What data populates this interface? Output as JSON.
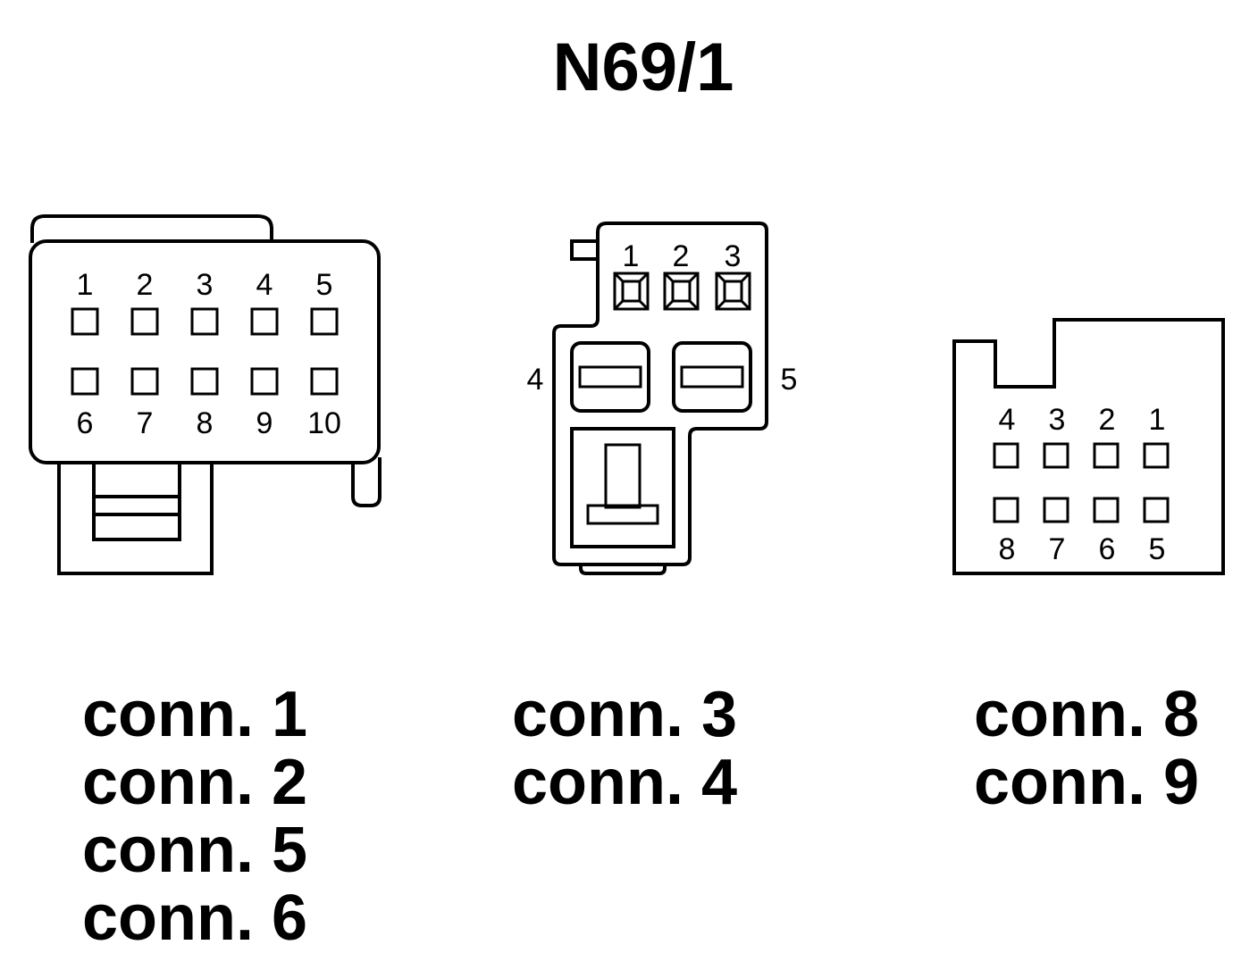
{
  "title": "N69/1",
  "connectors": [
    {
      "pins_top": [
        "1",
        "2",
        "3",
        "4",
        "5"
      ],
      "pins_bottom": [
        "6",
        "7",
        "8",
        "9",
        "10"
      ],
      "labels": [
        "conn. 1",
        "conn. 2",
        "conn. 5",
        "conn. 6"
      ]
    },
    {
      "pins_top": [
        "1",
        "2",
        "3"
      ],
      "pin_left": "4",
      "pin_right": "5",
      "labels": [
        "conn. 3",
        "conn. 4"
      ]
    },
    {
      "pins_top": [
        "4",
        "3",
        "2",
        "1"
      ],
      "pins_bottom": [
        "8",
        "7",
        "6",
        "5"
      ],
      "labels": [
        "conn. 8",
        "conn. 9"
      ]
    }
  ]
}
